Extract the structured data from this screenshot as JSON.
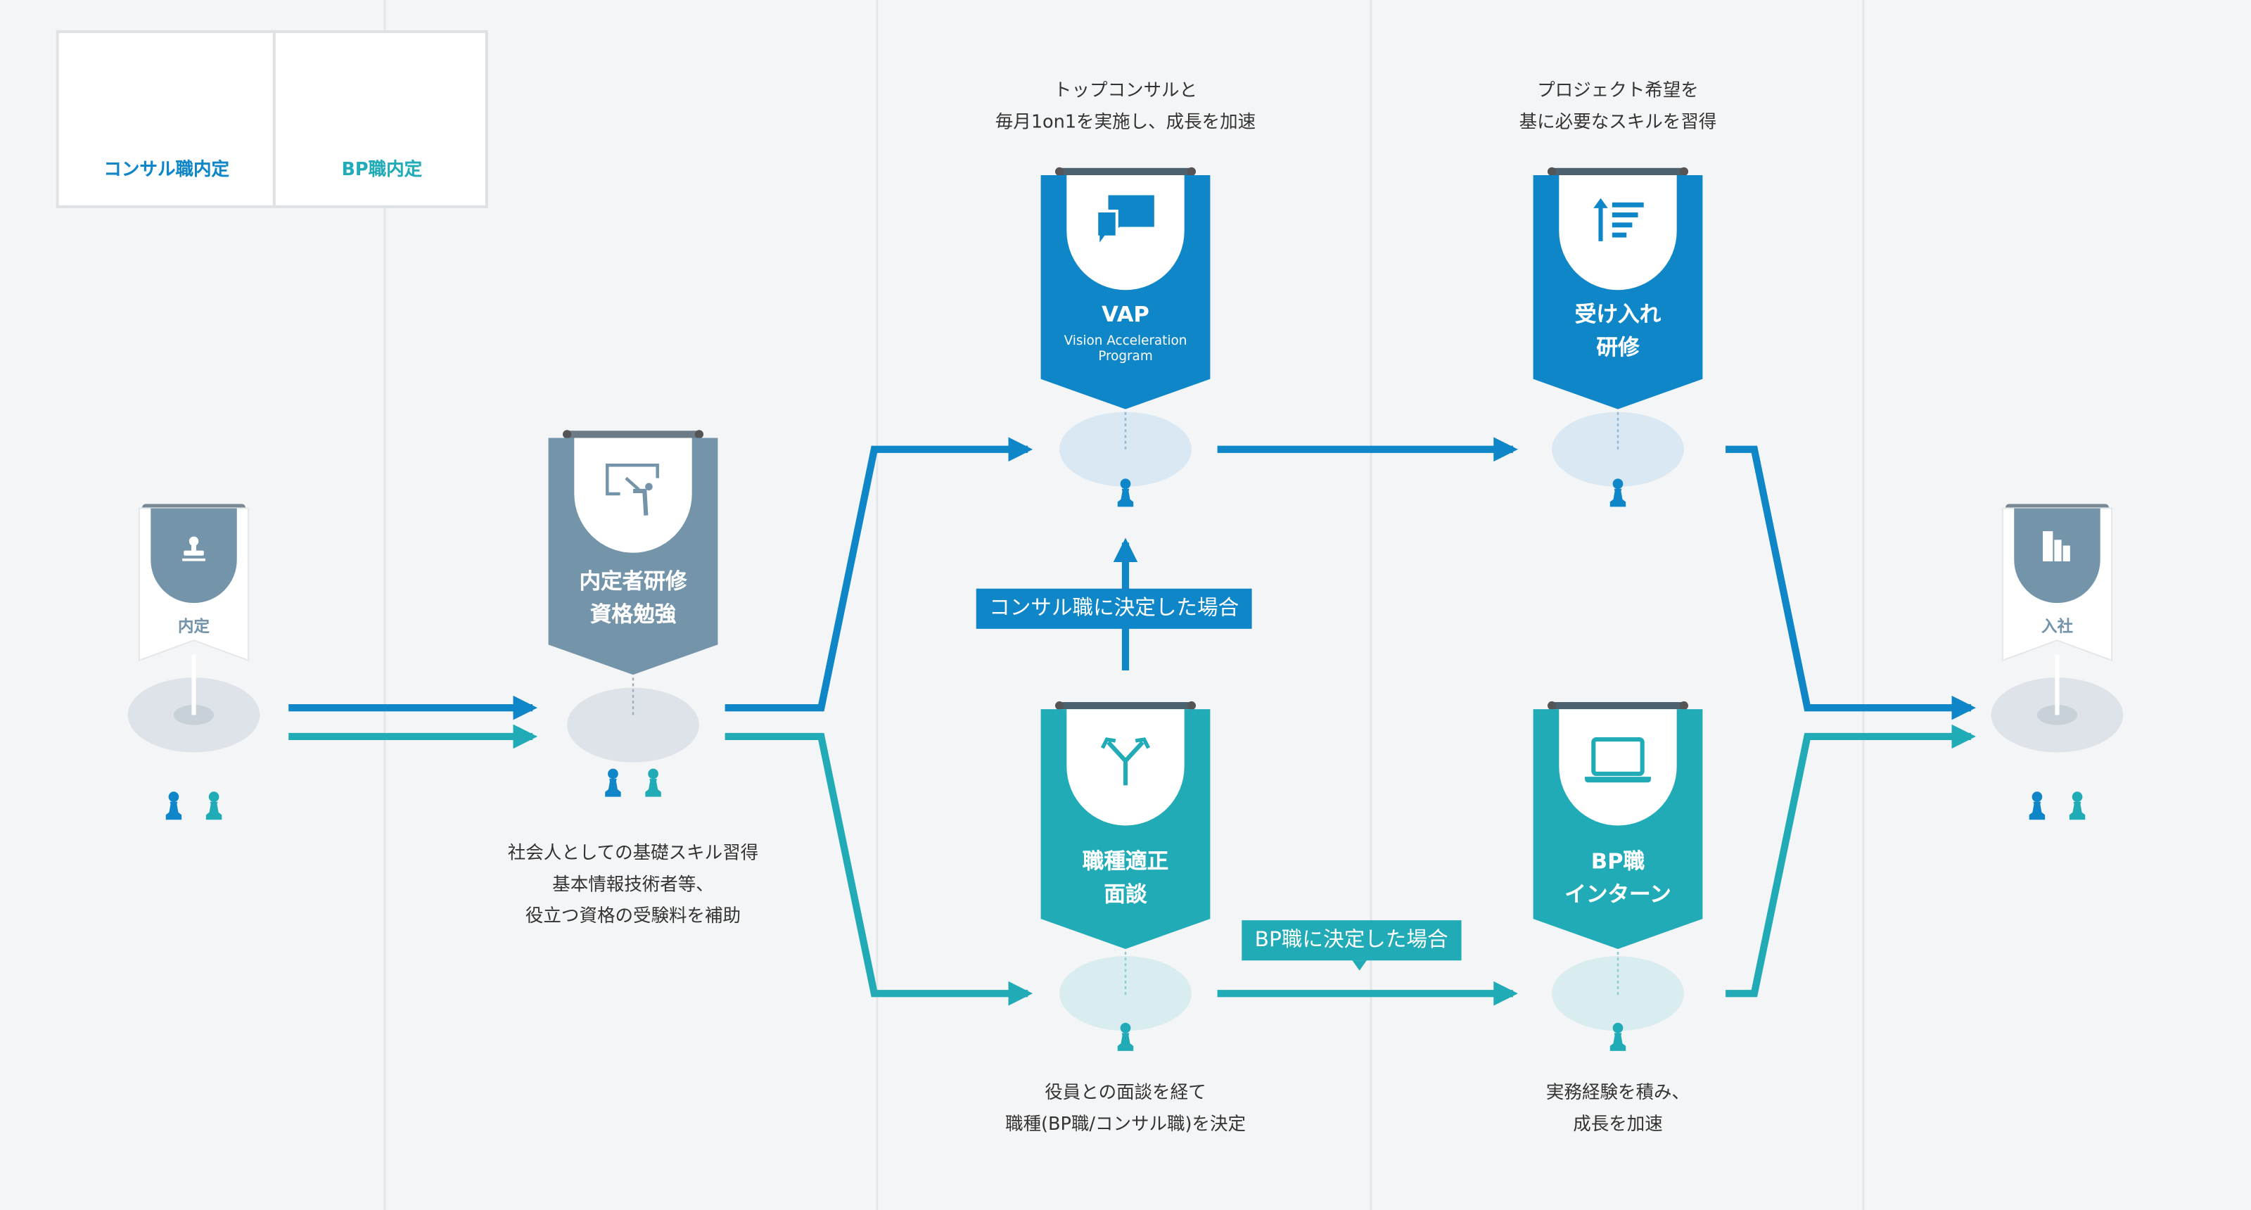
{
  "legend": {
    "consul_label": "コンサル職内定",
    "bp_label": "BP職内定"
  },
  "colors": {
    "consul": "#0f86c8",
    "bp": "#21abb7",
    "grey": "#7494a9",
    "background": "#f4f5f6"
  },
  "stages": {
    "naitei": {
      "label": "内定",
      "icon": "stamp-icon"
    },
    "training": {
      "title_line1": "内定者研修",
      "title_line2": "資格勉強",
      "icon": "whiteboard-teacher-icon"
    },
    "vap": {
      "title": "VAP",
      "subtitle_line1": "Vision Acceleration",
      "subtitle_line2": "Program",
      "icon": "chat-bubbles-icon"
    },
    "interview": {
      "title_line1": "職種適正",
      "title_line2": "面談",
      "icon": "split-arrow-icon"
    },
    "acceptance": {
      "title_line1": "受け入れ",
      "title_line2": "研修",
      "icon": "sort-ascending-icon"
    },
    "bp_intern": {
      "title_line1": "BP職",
      "title_line2": "インターン",
      "icon": "laptop-icon"
    },
    "nyusha": {
      "label": "入社",
      "icon": "building-icon"
    }
  },
  "captions": {
    "vap_line1": "トップコンサルと",
    "vap_line2": "毎月1on1を実施し、成長を加速",
    "acceptance_line1": "プロジェクト希望を",
    "acceptance_line2": "基に必要なスキルを習得",
    "training_line1": "社会人としての基礎スキル習得",
    "training_line2": "基本情報技術者等、",
    "training_line3": "役立つ資格の受験料を補助",
    "interview_line1": "役員との面談を経て",
    "interview_line2": "職種(BP職/コンサル職)を決定",
    "bp_line1": "実務経験を積み、",
    "bp_line2": "成長を加速"
  },
  "tags": {
    "consul_decided": "コンサル職に決定した場合",
    "bp_decided": "BP職に決定した場合"
  }
}
